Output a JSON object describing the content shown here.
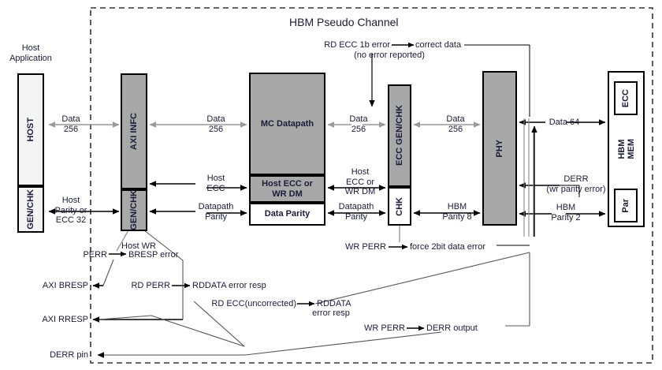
{
  "diagram": {
    "title": "HBM Pseudo Channel",
    "host_application_label": "Host\nApplication",
    "blocks": {
      "host": "HOST",
      "host_genchk": "GEN/CHK",
      "axi_infc": "AXI INFC",
      "axi_genchk": "GEN/CHK",
      "mc_datapath": "MC Datapath",
      "host_ecc_wrdm": "Host ECC or\nWR DM",
      "data_parity": "Data Parity",
      "ecc_genchk": "ECC GEN/CHK",
      "chk": "CHK",
      "phy": "PHY",
      "hbm_mem": "HBM\nMEM",
      "ecc": "ECC",
      "par": "Par"
    },
    "signal_labels": {
      "data256_host_axi": "Data\n256",
      "data256_axi_mc": "Data\n256",
      "data256_mc_ecc": "Data\n256",
      "data256_ecc_phy": "Data\n256",
      "data64_phy_mem": "Data 64",
      "host_parity_ecc32": "Host\nParity or\nECC 32",
      "host_ecc": "Host\nECC",
      "host_ecc_wrdm_mid": "Host\nECC or\nWR DM",
      "datapath_parity_left": "Datapath\nParity",
      "datapath_parity_right": "Datapath\nParity",
      "hbm_parity8": "HBM\nParity 8",
      "hbm_parity2": "HBM\nParity 2",
      "derr_wr_parity": "DERR\n(wr parity error)"
    },
    "annotations": {
      "rd_ecc_1b": "RD ECC 1b error",
      "rd_ecc_1b_target": "correct data",
      "rd_ecc_1b_sub": "(no error reported)",
      "host_wr_prefix": "Host WR",
      "perr": "PERR",
      "bresp_error": "BRESP error",
      "rd_perr": "RD PERR",
      "rddata_error_resp": "RDDATA error resp",
      "wr_perr_force": "WR PERR",
      "force_2bit": "force 2bit data error",
      "rd_ecc_uncorrected": "RD ECC(uncorrected)",
      "rddata": "RDDATA",
      "rddata_sub": "error resp",
      "wr_perr_derr": "WR PERR",
      "derr_output": "DERR output"
    },
    "pins": {
      "axi_bresp": "AXI BRESP",
      "axi_rresp": "AXI RRESP",
      "derr_pin": "DERR pin"
    },
    "colors": {
      "block_fill": "#a8a8a8",
      "white_fill": "#ffffff",
      "host_fill": "#f4f4f4",
      "line": "#000000",
      "gray_arrow": "#999999",
      "text": "#1b1b3a"
    }
  }
}
